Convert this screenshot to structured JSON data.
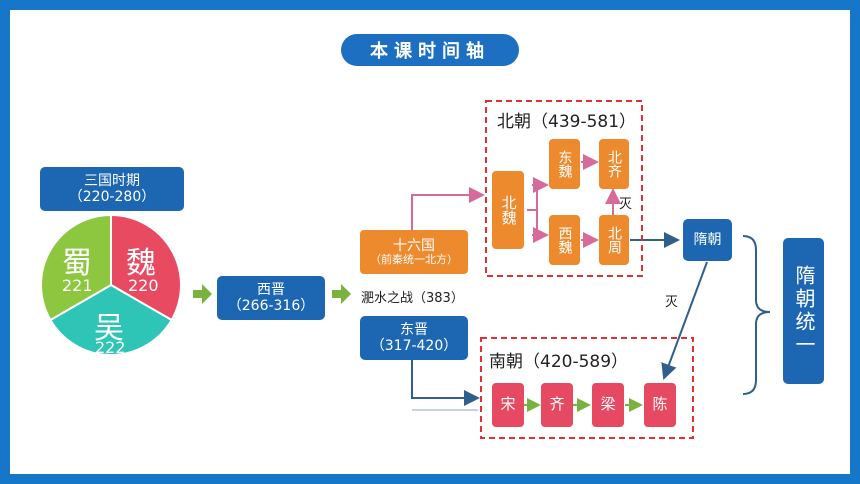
{
  "title": "本课时间轴",
  "three_kingdoms": {
    "label": "三国时期",
    "years": "（220-280）"
  },
  "pie": {
    "shu": {
      "name": "蜀",
      "year": "221",
      "color": "#8dc63f"
    },
    "wei": {
      "name": "魏",
      "year": "220",
      "color": "#e84a62"
    },
    "wu": {
      "name": "吴",
      "year": "222",
      "color": "#2ec4b6"
    }
  },
  "xijin": {
    "label": "西晋",
    "years": "（266-316）"
  },
  "shiliuguo": {
    "label": "十六国",
    "sub": "（前秦统一北方）"
  },
  "feishui": "淝水之战（383）",
  "dongjin": {
    "label": "东晋",
    "years": "（317-420）"
  },
  "beichao": {
    "label": "北朝（439-581）"
  },
  "beiwei": "北魏",
  "dongwei": "东魏",
  "xiwei": "西魏",
  "beiqi": "北齐",
  "beizhou": "北周",
  "mie1": "灭",
  "mie2": "灭",
  "suichao": "隋朝",
  "suichao_tongyi": "隋朝统一",
  "nanchao": {
    "label": "南朝（420-589）"
  },
  "nan_dynasties": [
    "宋",
    "齐",
    "梁",
    "陈"
  ]
}
